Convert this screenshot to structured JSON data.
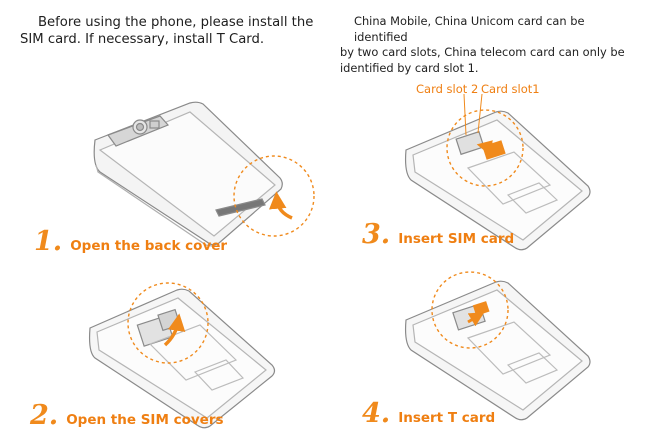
{
  "intro": {
    "left_line1": "Before using the phone, please install the",
    "left_line2": "SIM card.  If necessary, install T Card.",
    "right_line1": "China Mobile, China Unicom card can be identified",
    "right_line2": "by two card slots, China telecom card can only be",
    "right_line3": "identified by card slot 1."
  },
  "steps": [
    {
      "num": "1.",
      "label": "Open the back cover"
    },
    {
      "num": "2.",
      "label": "Open the SIM covers"
    },
    {
      "num": "3.",
      "label": "Insert SIM card"
    },
    {
      "num": "4.",
      "label": "Insert T card"
    }
  ],
  "slot_labels": {
    "slot2": "Card slot 2",
    "slot1": "Card slot1"
  },
  "colors": {
    "accent": "#f08a1c",
    "outline": "#8a8a8a",
    "text": "#1e1e1e"
  }
}
